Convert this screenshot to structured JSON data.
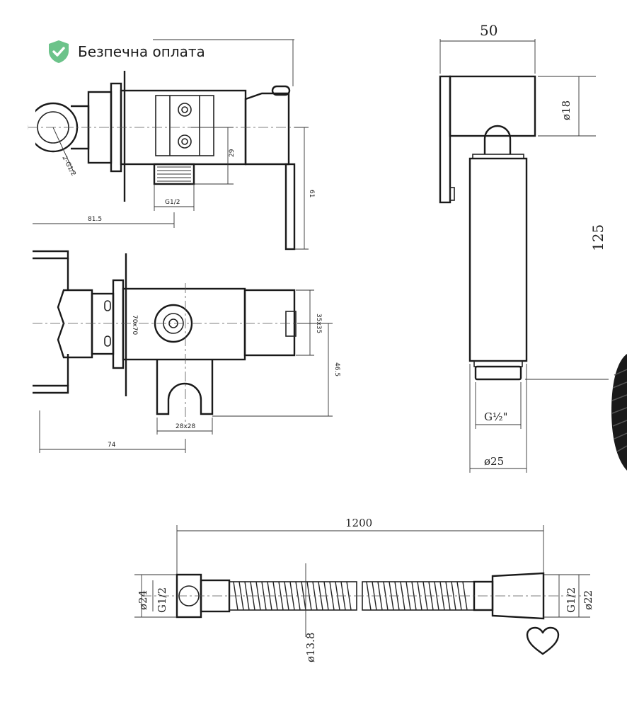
{
  "badge": {
    "text": "Безпечна оплата",
    "icon": "shield-check-icon",
    "color": "#6cc38a"
  },
  "favorite": {
    "icon": "heart-icon"
  },
  "dimensions": {
    "top_width": "50",
    "holder_diameter": "ø18",
    "sprayer_length": "125",
    "sprayer_thread": "G½\"",
    "sprayer_diameter": "ø25",
    "valve_thread_label": "2-G1/2",
    "valve_height_small": "29",
    "valve_height": "61",
    "valve_thread_bottom": "G1/2",
    "valve_length": "81.5",
    "plate_size": "70x70",
    "handle_size": "35x35",
    "holder_height": "46.5",
    "holder_size": "28x28",
    "front_length": "74",
    "hose_length": "1200",
    "hose_diameter_left": "ø24",
    "hose_thread_left": "G1/2",
    "hose_diameter_body": "ø13.8",
    "hose_thread_right": "G1/2",
    "hose_diameter_right": "ø22"
  }
}
